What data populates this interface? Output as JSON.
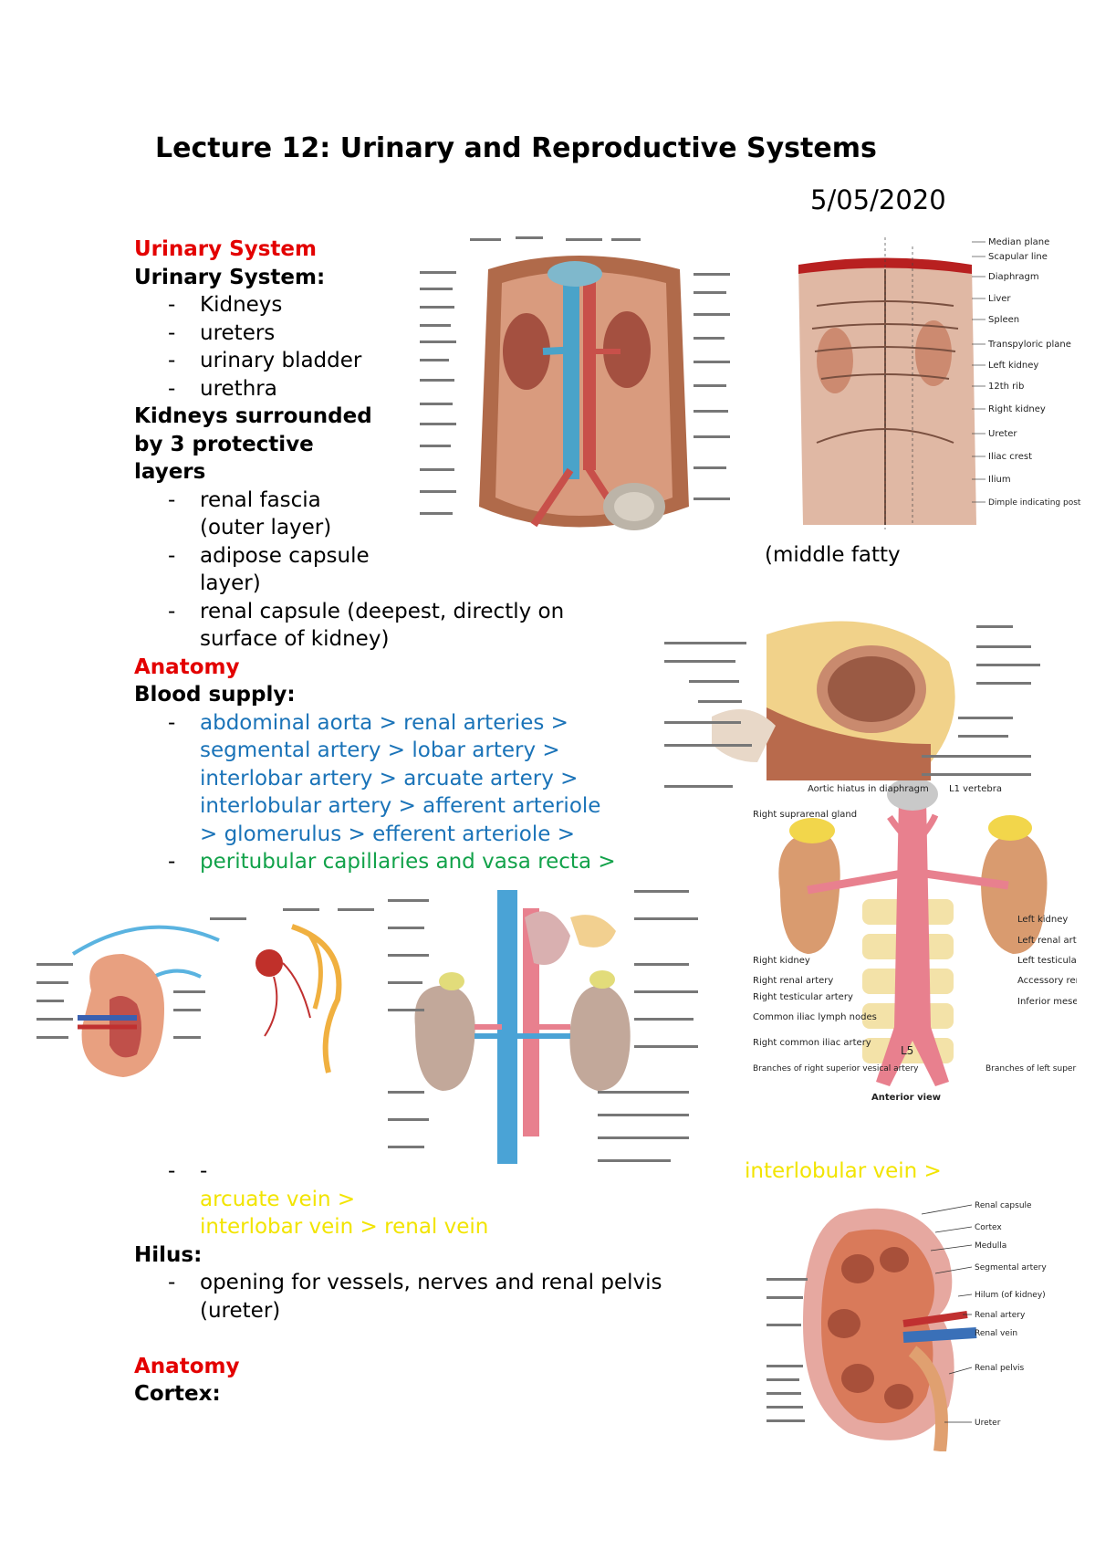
{
  "title": "Lecture 12: Urinary and Reproductive Systems",
  "date": "5/05/2020",
  "sections": {
    "urinary_heading": "Urinary System",
    "urinary_sub": "Urinary System:",
    "urinary_items": [
      "Kidneys",
      "ureters",
      "urinary bladder",
      "urethra"
    ],
    "layers_heading": [
      "Kidneys surrounded",
      "by 3 protective",
      "layers"
    ],
    "layer_items": {
      "a1": "renal fascia",
      "a2": "(outer layer)",
      "b1": "adipose capsule",
      "b_side": "(middle fatty",
      "b2": "layer)",
      "c1": "renal capsule (deepest, directly on",
      "c2": "surface of kidney)"
    },
    "anatomy_heading_1": "Anatomy",
    "blood_supply": "Blood supply:",
    "blood_lines": [
      "abdominal aorta > renal arteries >",
      "segmental artery > lobar artery >",
      "interlobar artery > arcuate artery >",
      "interlobular artery > afferent arteriole",
      "> glomerulus > efferent arteriole >"
    ],
    "capillaries_line": "peritubular capillaries and vasa recta >",
    "dash_marker": "-",
    "vein_lines": {
      "right": "interlobular vein >",
      "v1": "arcuate vein >",
      "v2": "interlobar vein > renal vein"
    },
    "hilus_heading": "Hilus:",
    "hilus_items": [
      "opening for vessels, nerves and renal pelvis",
      "(ureter)"
    ],
    "anatomy_heading_2": "Anatomy",
    "cortex_heading": "Cortex:"
  },
  "figures": {
    "fig1": {
      "label_icon": "abdominal-organs-illustration"
    },
    "fig2": {
      "label_icon": "back-kidney-position-photo",
      "labels": [
        "Median plane",
        "Scapular line",
        "Diaphragm",
        "Liver",
        "Spleen",
        "Transpyloric plane",
        "Left kidney",
        "12th rib",
        "Right kidney",
        "Ureter",
        "Iliac crest",
        "Ilium",
        "Dimple indicating posterior superior iliac spine"
      ]
    },
    "fig3": {
      "label_icon": "kidney-transverse-section"
    },
    "fig4": {
      "label_icon": "aorta-renal-arteries-diagram",
      "labels": [
        "Aortic hiatus in diaphragm",
        "L1 vertebra",
        "Right suprarenal gland",
        "Left kidney",
        "Right kidney",
        "Right renal artery",
        "Right testicular artery",
        "Common iliac lymph nodes",
        "Right common iliac artery",
        "Branches of right superior vesical artery",
        "Left renal artery",
        "Left testicular artery",
        "Accessory renal artery",
        "Inferior mesenteric artery",
        "Branches of left superior vesical artery",
        "Anterior view",
        "L5"
      ]
    },
    "fig5": {
      "label_icon": "kidney-blood-flow-diagram"
    },
    "fig6": {
      "label_icon": "kidney-vessels-posterior-wall"
    },
    "fig7": {
      "label_icon": "kidney-coronal-section",
      "labels": [
        "Renal capsule",
        "Cortex",
        "Medulla",
        "Segmental artery",
        "Hilum (of kidney)",
        "Renal artery",
        "Renal vein",
        "Renal pelvis",
        "Ureter"
      ]
    }
  }
}
